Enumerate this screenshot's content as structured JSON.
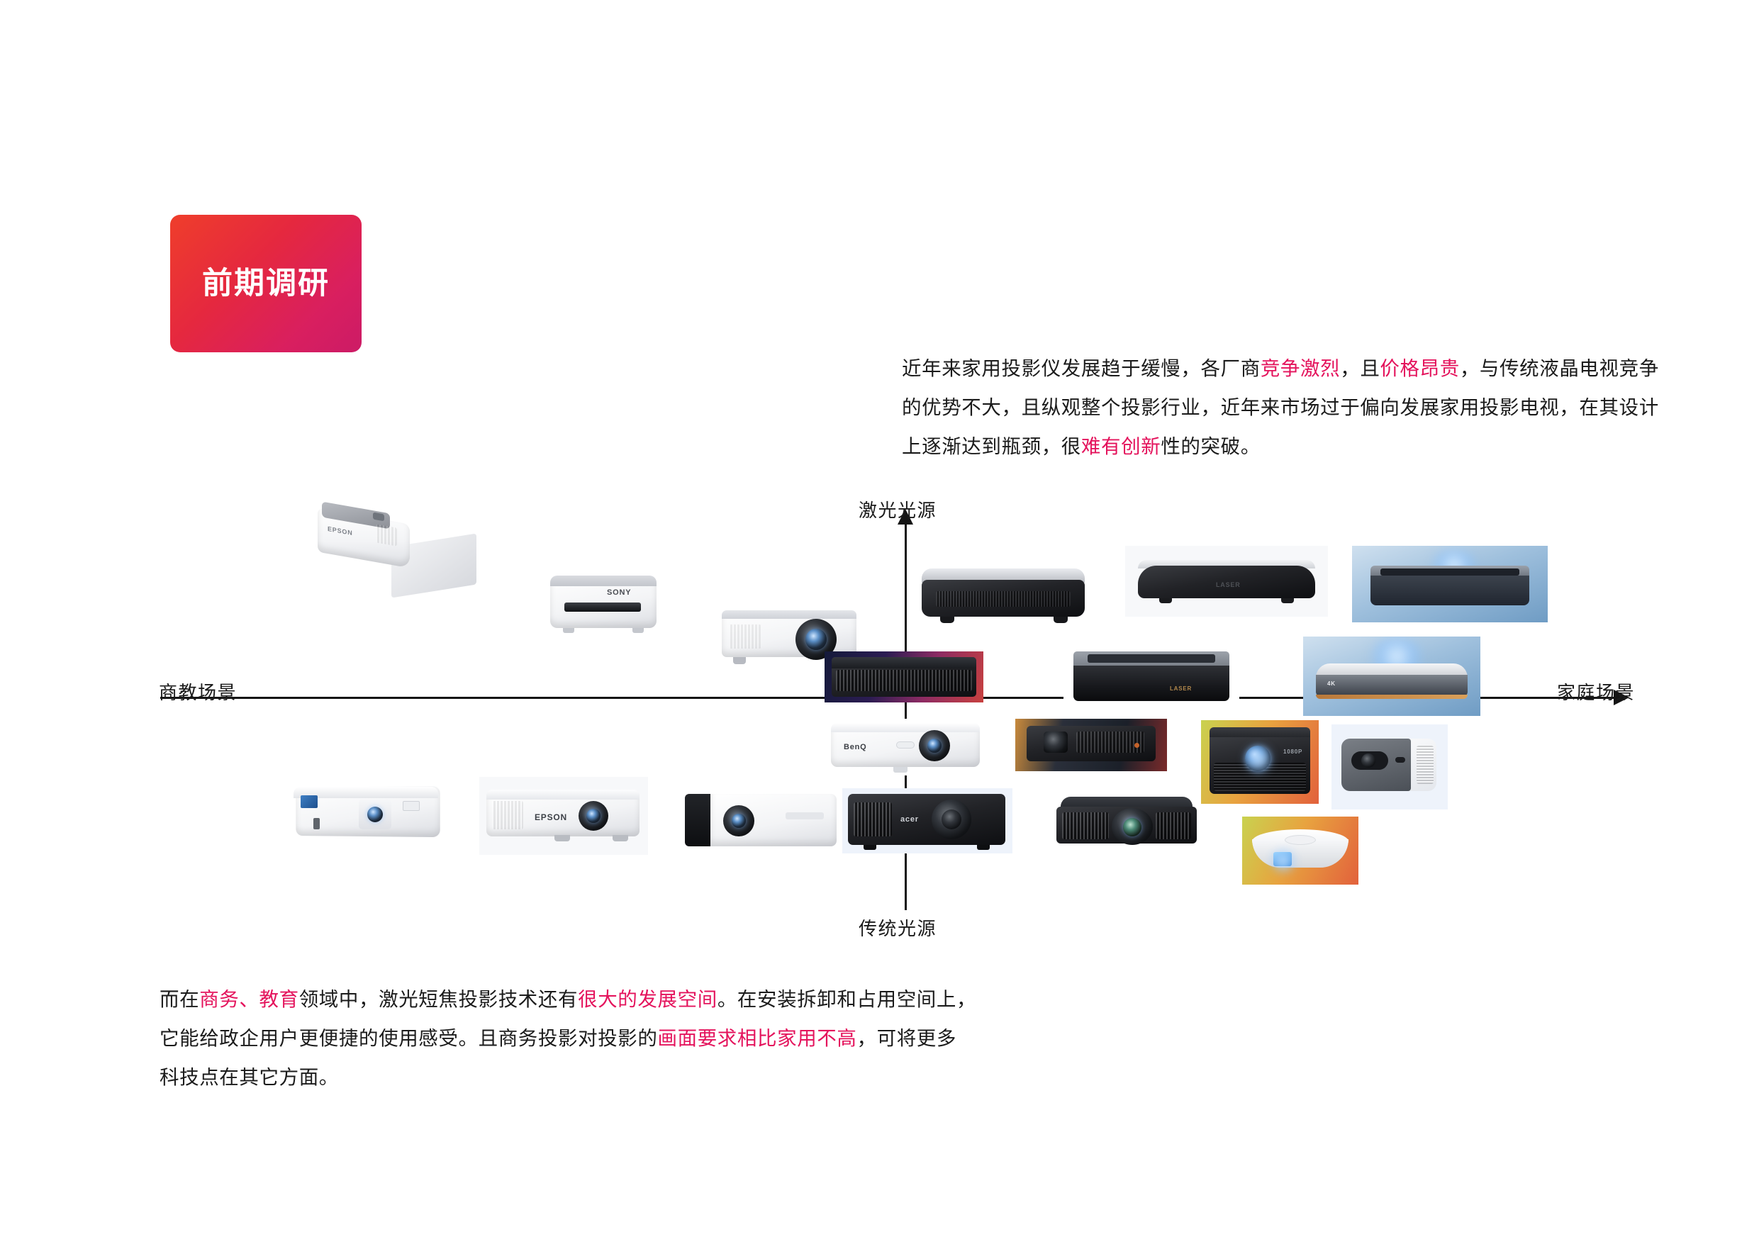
{
  "badge": {
    "label": "前期调研"
  },
  "paragraph_top": {
    "lines": [
      [
        {
          "text": "近年来家用投影仪发展趋于缓慢，各厂商",
          "highlight": false
        },
        {
          "text": "竞争激烈",
          "highlight": true
        },
        {
          "text": "，且",
          "highlight": false
        },
        {
          "text": "价格昂贵",
          "highlight": true
        },
        {
          "text": "，与传统液晶电视竞争",
          "highlight": false
        }
      ],
      [
        {
          "text": "的优势不大，且纵观整个投影行业，近年来市场过于偏向发展家用投影电视，在其设计",
          "highlight": false
        }
      ],
      [
        {
          "text": "上逐渐达到瓶颈，很",
          "highlight": false
        },
        {
          "text": "难有创新",
          "highlight": true
        },
        {
          "text": "性的突破。",
          "highlight": false
        }
      ]
    ]
  },
  "paragraph_bottom": {
    "lines": [
      [
        {
          "text": "而在",
          "highlight": false
        },
        {
          "text": "商务、教育",
          "highlight": true
        },
        {
          "text": "领域中，激光短焦投影技术还有",
          "highlight": false
        },
        {
          "text": "很大的发展空间",
          "highlight": true
        },
        {
          "text": "。在安装拆卸和占用空间上，",
          "highlight": false
        }
      ],
      [
        {
          "text": "它能给政企用户更便捷的使用感受。且商务投影对投影的",
          "highlight": false
        },
        {
          "text": "画面要求相比家用不高",
          "highlight": true
        },
        {
          "text": "，可将更多",
          "highlight": false
        }
      ],
      [
        {
          "text": "科技点在其它方面。",
          "highlight": false
        }
      ]
    ]
  },
  "axes": {
    "top_label": "激光光源",
    "bottom_label": "传统光源",
    "left_label": "商教场景",
    "right_label": "家庭场景"
  },
  "colors": {
    "highlight": "#e4135c",
    "badge_gradient_start": "#ef3e2b",
    "badge_gradient_end": "#cc1b66",
    "text": "#1b1b1b",
    "axis": "#141414"
  },
  "products": [
    {
      "id": "epson-ust-wallmount",
      "brand": "EPSON",
      "quadrant": "laser-business",
      "style": "wall-mount-ust"
    },
    {
      "id": "sony-short-throw",
      "brand": "SONY",
      "quadrant": "laser-business",
      "style": "short-throw-white"
    },
    {
      "id": "panasonic-laser-white",
      "brand": "",
      "quadrant": "laser-business",
      "style": "installation-white"
    },
    {
      "id": "ust-laser-tv-silver",
      "brand": "",
      "quadrant": "laser-home",
      "style": "ust-laser-tv"
    },
    {
      "id": "laser-tv-black-wide",
      "brand": "",
      "quadrant": "laser-home",
      "style": "laser-tv-bar"
    },
    {
      "id": "laser-tv-blue-bg",
      "brand": "",
      "quadrant": "laser-home",
      "style": "laser-tv-blue"
    },
    {
      "id": "laser-tv-grey-box",
      "brand": "",
      "quadrant": "laser-home",
      "style": "laser-tv-grey"
    },
    {
      "id": "ust-4k-silver",
      "brand": "4K",
      "quadrant": "laser-home",
      "style": "ust-silver-beam"
    },
    {
      "id": "sony-vpl-xw-black",
      "brand": "",
      "quadrant": "laser-center",
      "style": "finned-black"
    },
    {
      "id": "business-white-desk",
      "brand": "",
      "quadrant": "lamp-business",
      "style": "desk-white"
    },
    {
      "id": "epson-business-white",
      "brand": "EPSON",
      "quadrant": "lamp-business",
      "style": "desk-white-vent"
    },
    {
      "id": "sony-lamp-white",
      "brand": "",
      "quadrant": "lamp-business",
      "style": "desk-white-round"
    },
    {
      "id": "benq-home-white",
      "brand": "BenQ",
      "quadrant": "lamp-center",
      "style": "home-white-lens"
    },
    {
      "id": "acer-home-black",
      "brand": "acer",
      "quadrant": "lamp-center",
      "style": "home-black-vent"
    },
    {
      "id": "jmgo-dark-room",
      "brand": "",
      "quadrant": "lamp-home",
      "style": "dark-room-shot"
    },
    {
      "id": "sony-vpl-home-black",
      "brand": "",
      "quadrant": "lamp-home",
      "style": "home-theater-black"
    },
    {
      "id": "xgimi-cube-black",
      "brand": "",
      "quadrant": "lamp-home",
      "style": "cube-black"
    },
    {
      "id": "xiaomi-mi-projector",
      "brand": "",
      "quadrant": "lamp-home",
      "style": "mi-grey-white"
    },
    {
      "id": "round-portable-white",
      "brand": "",
      "quadrant": "lamp-home",
      "style": "round-white"
    }
  ]
}
